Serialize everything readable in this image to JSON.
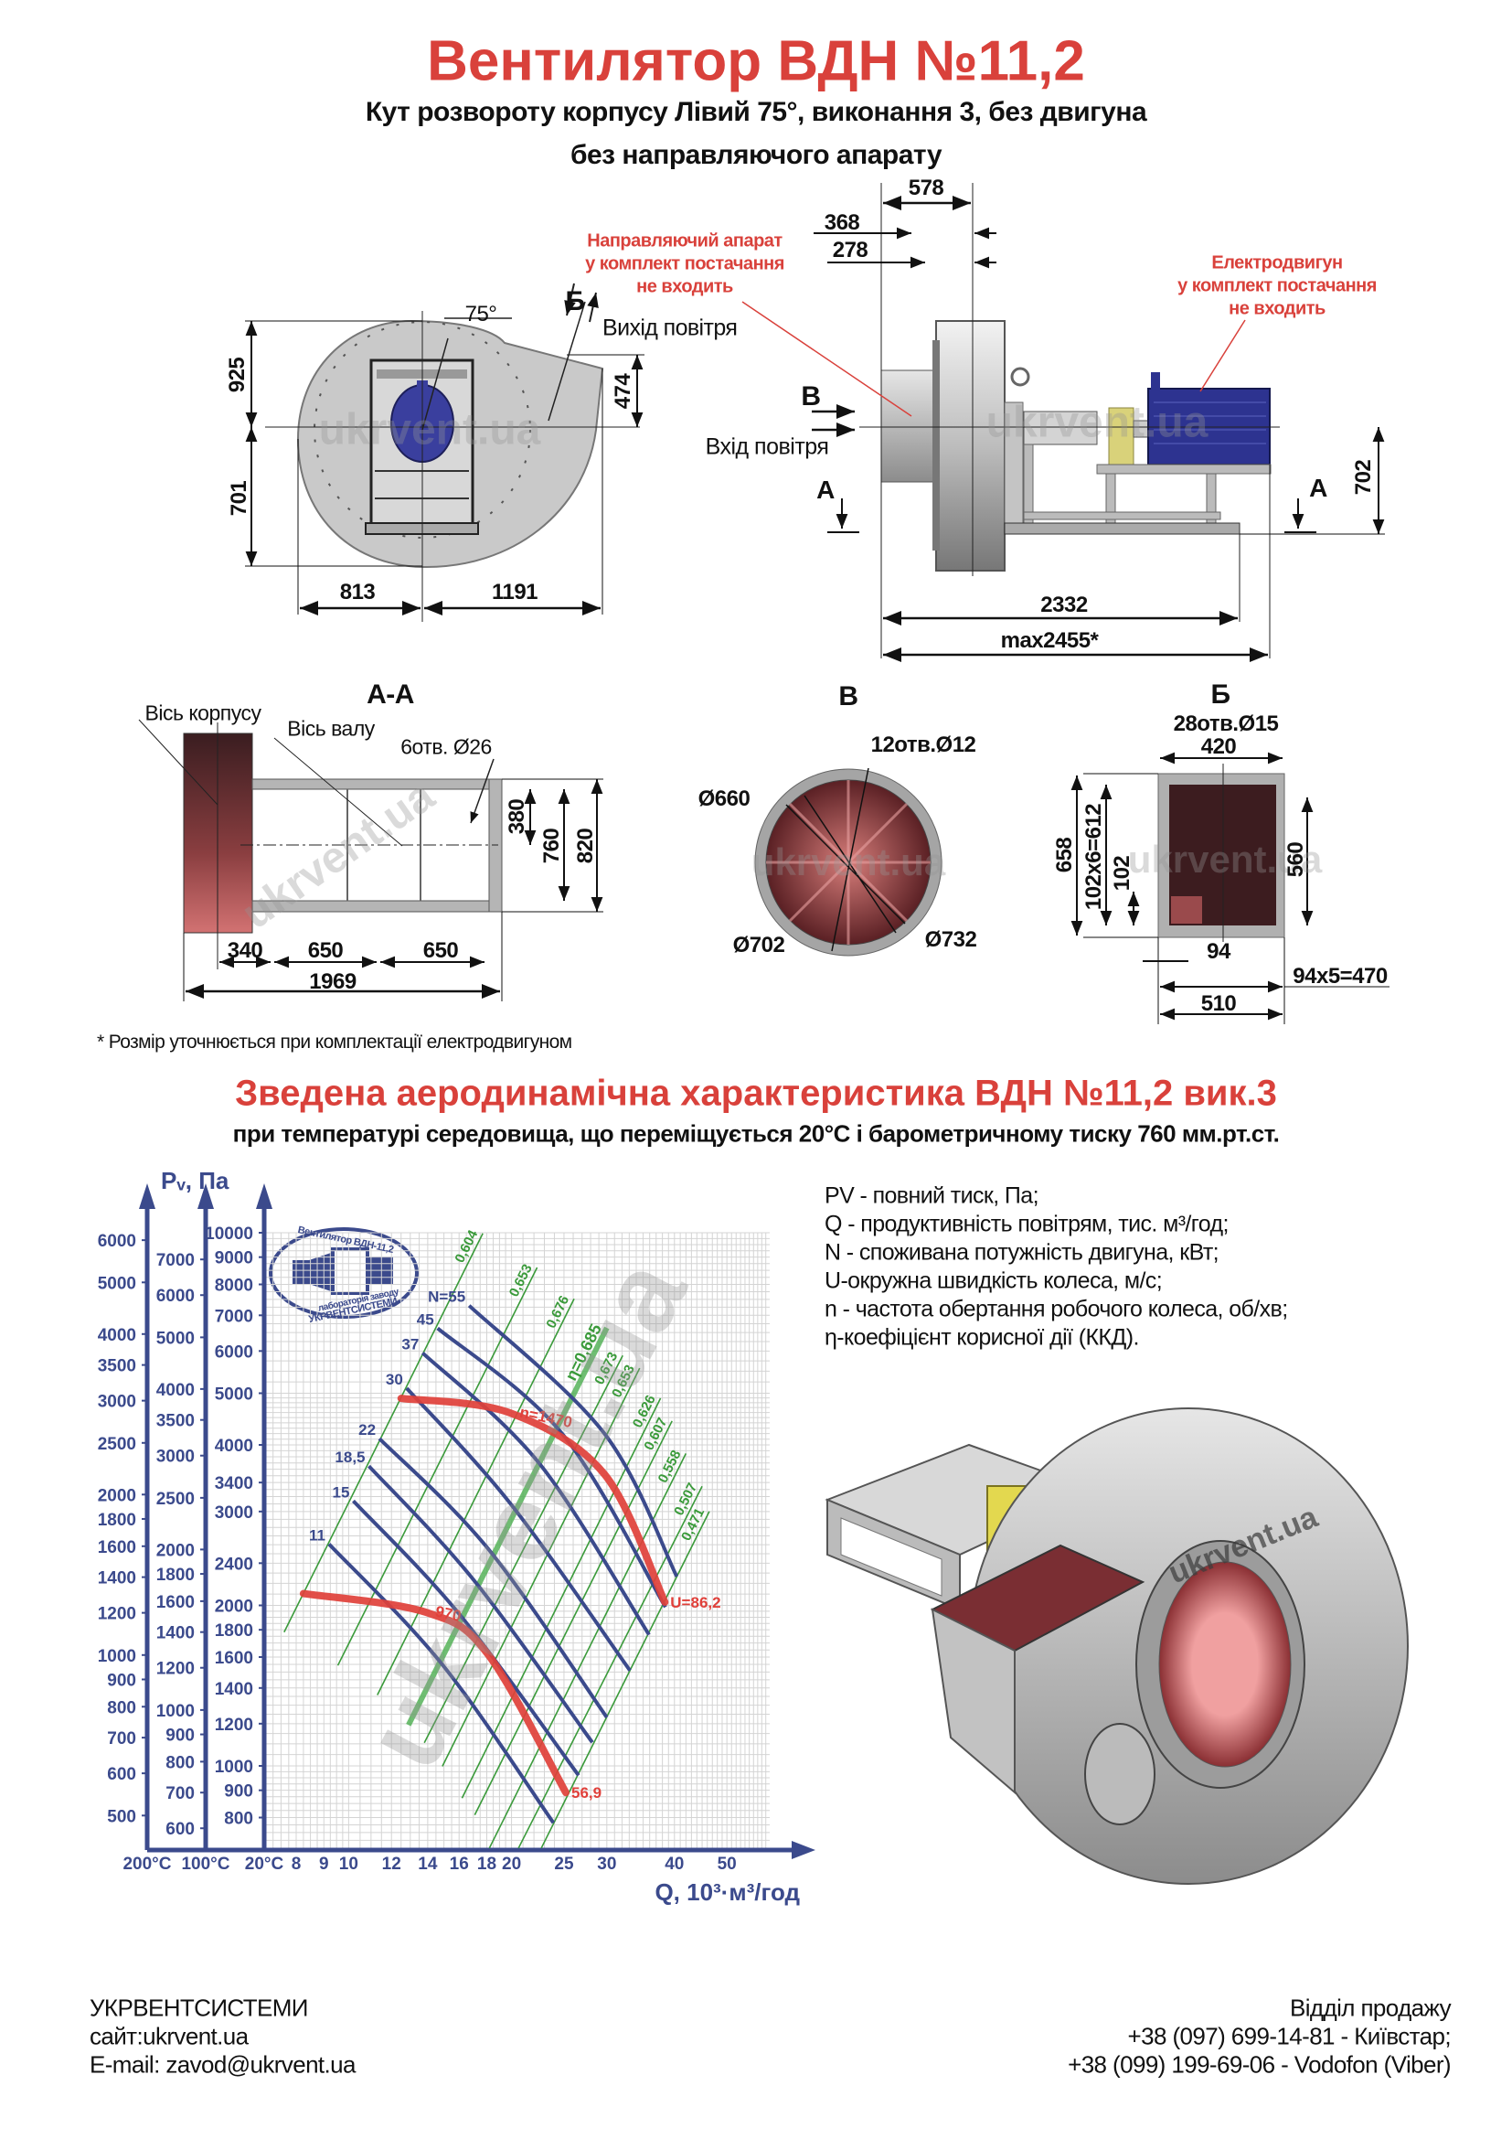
{
  "header": {
    "title": "Вентилятор  ВДН №11,2",
    "subtitle_line1": "Кут розвороту корпусу Лівий 75°, виконання 3, без двигуна",
    "subtitle_line2": "без направляючого апарату"
  },
  "watermark": "ukrvent.ua",
  "drawing_front": {
    "angle": "75°",
    "section_b": "Б",
    "outlet_label": "Вихід повітря",
    "dims": {
      "h_top": "925",
      "h_bottom": "701",
      "outlet_h": "474",
      "w_left": "813",
      "w_right": "1191"
    }
  },
  "drawing_side": {
    "guide_note": [
      "Направляючий апарат",
      "у комплект постачання",
      "не входить"
    ],
    "motor_note": [
      "Електродвигун",
      "у комплект постачання",
      "не входить"
    ],
    "view_v": "В",
    "inlet_label": "Вхід повітря",
    "section_a_left": "А",
    "section_a_right": "А",
    "dims": {
      "d578": "578",
      "d368": "368",
      "d278": "278",
      "d702": "702",
      "d2332": "2332",
      "dmax": "max2455*"
    }
  },
  "section_aa": {
    "title": "А-А",
    "housing_axis": "Вісь корпусу",
    "shaft_axis": "Вісь валу",
    "holes": "6отв. Ø26",
    "dims": {
      "d380": "380",
      "d760": "760",
      "d820": "820",
      "d340": "340",
      "d650a": "650",
      "d650b": "650",
      "d1969": "1969"
    }
  },
  "view_v": {
    "title": "В",
    "holes": "12отв.Ø12",
    "d660": "Ø660",
    "d702": "Ø702",
    "d732": "Ø732"
  },
  "view_b": {
    "title": "Б",
    "holes": "28отв.Ø15",
    "dims": {
      "d420": "420",
      "d658": "658",
      "d612": "102x6=612",
      "d102": "102",
      "d560": "560",
      "d94": "94",
      "d470": "94x5=470",
      "d510": "510"
    }
  },
  "footnote": "* Розмір уточнюється при комплектації електродвигуном",
  "aero": {
    "title": "Зведена аеродинамічна характеристика ВДН №11,2 вик.3",
    "subtitle": "при температурі середовища, що переміщується 20°С і барометричному тиску 760 мм.рт.ст."
  },
  "legend": [
    "PV - повний тиск, Па;",
    "Q - продуктивність повітрям, тис. м³/год;",
    "N - споживана потужність двигуна, кВт;",
    "U-окружна швидкість колеса, м/с;",
    "n - частота обертання робочого колеса, об/хв;",
    "η-коефіцієнт корисної дії (ККД)."
  ],
  "chart_data": {
    "type": "line",
    "title": "",
    "ylabel": "Pᵥ, Па",
    "xlabel": "Q, 10³·м³/год",
    "x_scale": "log",
    "y_scale": "log",
    "xlim": [
      7,
      60
    ],
    "ylim": [
      700,
      10000
    ],
    "grid": true,
    "x_ticks": [
      8,
      9,
      10,
      12,
      14,
      16,
      18,
      20,
      25,
      30,
      40,
      50
    ],
    "y_axes": [
      {
        "label": "20°C",
        "ticks": [
          10000,
          9000,
          8000,
          7000,
          6000,
          5000,
          4000,
          3400,
          3000,
          2400,
          2000,
          1800,
          1600,
          1400,
          1200,
          1000,
          900,
          800
        ]
      },
      {
        "label": "100°C",
        "ticks": [
          7000,
          6000,
          5000,
          4000,
          3500,
          3000,
          2500,
          2000,
          1800,
          1600,
          1400,
          1200,
          1000,
          900,
          800,
          700,
          600
        ]
      },
      {
        "label": "200°C",
        "ticks": [
          6000,
          5000,
          4000,
          3500,
          3000,
          2500,
          2000,
          1800,
          1600,
          1400,
          1200,
          1000,
          900,
          800,
          700,
          600,
          500
        ]
      }
    ],
    "power_curves": [
      {
        "name": "N=55",
        "points": [
          [
            16.7,
            7300
          ],
          [
            29.7,
            4200
          ],
          [
            40.4,
            2265
          ]
        ]
      },
      {
        "name": "45",
        "points": [
          [
            14.6,
            6620
          ],
          [
            24.8,
            4200
          ],
          [
            38.5,
            1985
          ]
        ]
      },
      {
        "name": "37",
        "points": [
          [
            13.7,
            5950
          ],
          [
            22.5,
            3694
          ],
          [
            35.9,
            1762
          ]
        ]
      },
      {
        "name": "30",
        "points": [
          [
            12.8,
            5110
          ],
          [
            19.9,
            3105
          ],
          [
            33.1,
            1510
          ]
        ]
      },
      {
        "name": "22",
        "points": [
          [
            11.4,
            4110
          ],
          [
            18.1,
            2555
          ],
          [
            30.0,
            1233
          ]
        ]
      },
      {
        "name": "18,5",
        "points": [
          [
            10.9,
            3650
          ],
          [
            17.0,
            2236
          ],
          [
            28.2,
            1107
          ]
        ]
      },
      {
        "name": "15",
        "points": [
          [
            10.2,
            3140
          ],
          [
            16.0,
            1928
          ],
          [
            26.6,
            960
          ]
        ]
      },
      {
        "name": "11",
        "points": [
          [
            9.2,
            2606
          ],
          [
            14.9,
            1549
          ],
          [
            23.9,
            782
          ]
        ]
      }
    ],
    "speed_curves": [
      {
        "name": "n=1470",
        "end_label": "U=86,2",
        "points": [
          [
            12.5,
            4890
          ],
          [
            19.9,
            4590
          ],
          [
            29.7,
            3524
          ],
          [
            38.4,
            2028
          ]
        ]
      },
      {
        "name": "970",
        "end_label": "56,9",
        "points": [
          [
            8.25,
            2105
          ],
          [
            13.9,
            1941
          ],
          [
            18.1,
            1618
          ],
          [
            25.2,
            891
          ]
        ]
      }
    ],
    "efficiency_lines": [
      {
        "name": "0,604",
        "from": [
          7.6,
          1782
        ],
        "to": [
          17.7,
          9970
        ]
      },
      {
        "name": "0,653",
        "from": [
          9.55,
          1543
        ],
        "to": [
          22.3,
          8606
        ]
      },
      {
        "name": "0,676",
        "from": [
          11.3,
          1358
        ],
        "to": [
          26.1,
          7517
        ]
      },
      {
        "name": "η=0,685",
        "from": [
          12.9,
          1193
        ],
        "to": [
          30.0,
          6631
        ],
        "optimal": true
      },
      {
        "name": "0,673",
        "from": [
          13.8,
          1105
        ],
        "to": [
          32.1,
          5885
        ]
      },
      {
        "name": "0,653",
        "from": [
          14.9,
          998
        ],
        "to": [
          34.5,
          5572
        ]
      },
      {
        "name": "0,626",
        "from": [
          16.2,
          870
        ],
        "to": [
          37.7,
          4892
        ]
      },
      {
        "name": "0,607",
        "from": [
          17.1,
          809
        ],
        "to": [
          39.6,
          4436
        ]
      },
      {
        "name": "0,558",
        "from": [
          18.2,
          701
        ],
        "to": [
          42.0,
          3855
        ]
      },
      {
        "name": "0,507",
        "from": [
          20.6,
          701
        ],
        "to": [
          45.0,
          3345
        ]
      },
      {
        "name": "0,471",
        "from": [
          22.7,
          701
        ],
        "to": [
          46.4,
          3001
        ]
      }
    ],
    "colors": {
      "axis": "#3b4a8c",
      "power": "#3b4a8c",
      "speed": "#e0403a",
      "efficiency": "#3a9a3a",
      "grid": "#d4d4d4"
    }
  },
  "stamp": {
    "top": "Вентилятор ВДН-11,2",
    "middle": "лабораторія заводу",
    "bottom": "УКРВЕНТСИСТЕМИ"
  },
  "footer": {
    "company": "УКРВЕНТСИСТЕМИ",
    "site": "сайт:ukrvent.ua",
    "email": "E-mail: zavod@ukrvent.ua",
    "sales_title": "Відділ продажу",
    "phone1": "+38 (097) 699-14-81 - Київстар;",
    "phone2": "+38 (099) 199-69-06 - Vodofon (Viber)"
  },
  "colors": {
    "accent": "#d9413b",
    "navy": "#3b4a8c",
    "maroon": "#7a2e33"
  }
}
